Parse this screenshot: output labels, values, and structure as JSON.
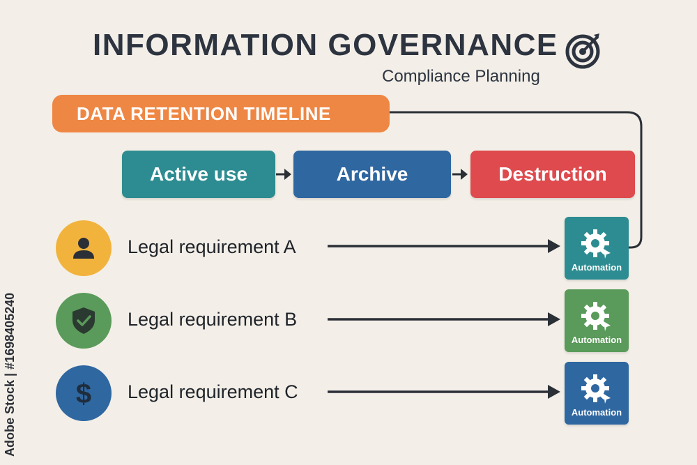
{
  "header": {
    "title": "INFORMATION GOVERNANCE",
    "subtitle": "Compliance Planning",
    "icon": "target-icon"
  },
  "banner": {
    "label": "DATA RETENTION TIMELINE",
    "color": "#ef8744"
  },
  "stages": [
    {
      "label": "Active use",
      "color": "#2d8c91"
    },
    {
      "label": "Archive",
      "color": "#2f67a0"
    },
    {
      "label": "Destruction",
      "color": "#de4a4d"
    }
  ],
  "requirements": [
    {
      "label": "Legal requirement A",
      "icon": "person-icon",
      "icon_color": "#f2b33d",
      "automation": {
        "label": "Automation",
        "color": "#2d8c91"
      }
    },
    {
      "label": "Legal requirement B",
      "icon": "shield-check-icon",
      "icon_color": "#5a9a5a",
      "automation": {
        "label": "Automation",
        "color": "#5a9a5a"
      }
    },
    {
      "label": "Legal requirement C",
      "icon": "dollar-icon",
      "icon_color": "#2f67a0",
      "automation": {
        "label": "Automation",
        "color": "#2f67a0"
      }
    }
  ],
  "watermark": "Adobe Stock | #1698405240"
}
